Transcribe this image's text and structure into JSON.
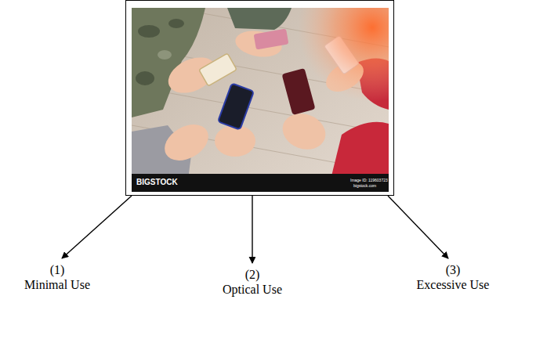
{
  "diagram": {
    "nodes": [
      {
        "text": [
          "BIGSTOCK",
          "Image ID: 119603723",
          "bigstock.com"
        ]
      },
      {
        "text": [
          "(1)",
          "Minimal Use"
        ]
      },
      {
        "text": [
          "(2)",
          "Optical Use"
        ]
      },
      {
        "text": [
          "(3)",
          "Excessive Use"
        ]
      }
    ],
    "edges": [
      {
        "from": 0,
        "to": 1,
        "arrow": "to"
      },
      {
        "from": 0,
        "to": 2,
        "arrow": "to"
      },
      {
        "from": 0,
        "to": 3,
        "arrow": "to"
      }
    ]
  }
}
